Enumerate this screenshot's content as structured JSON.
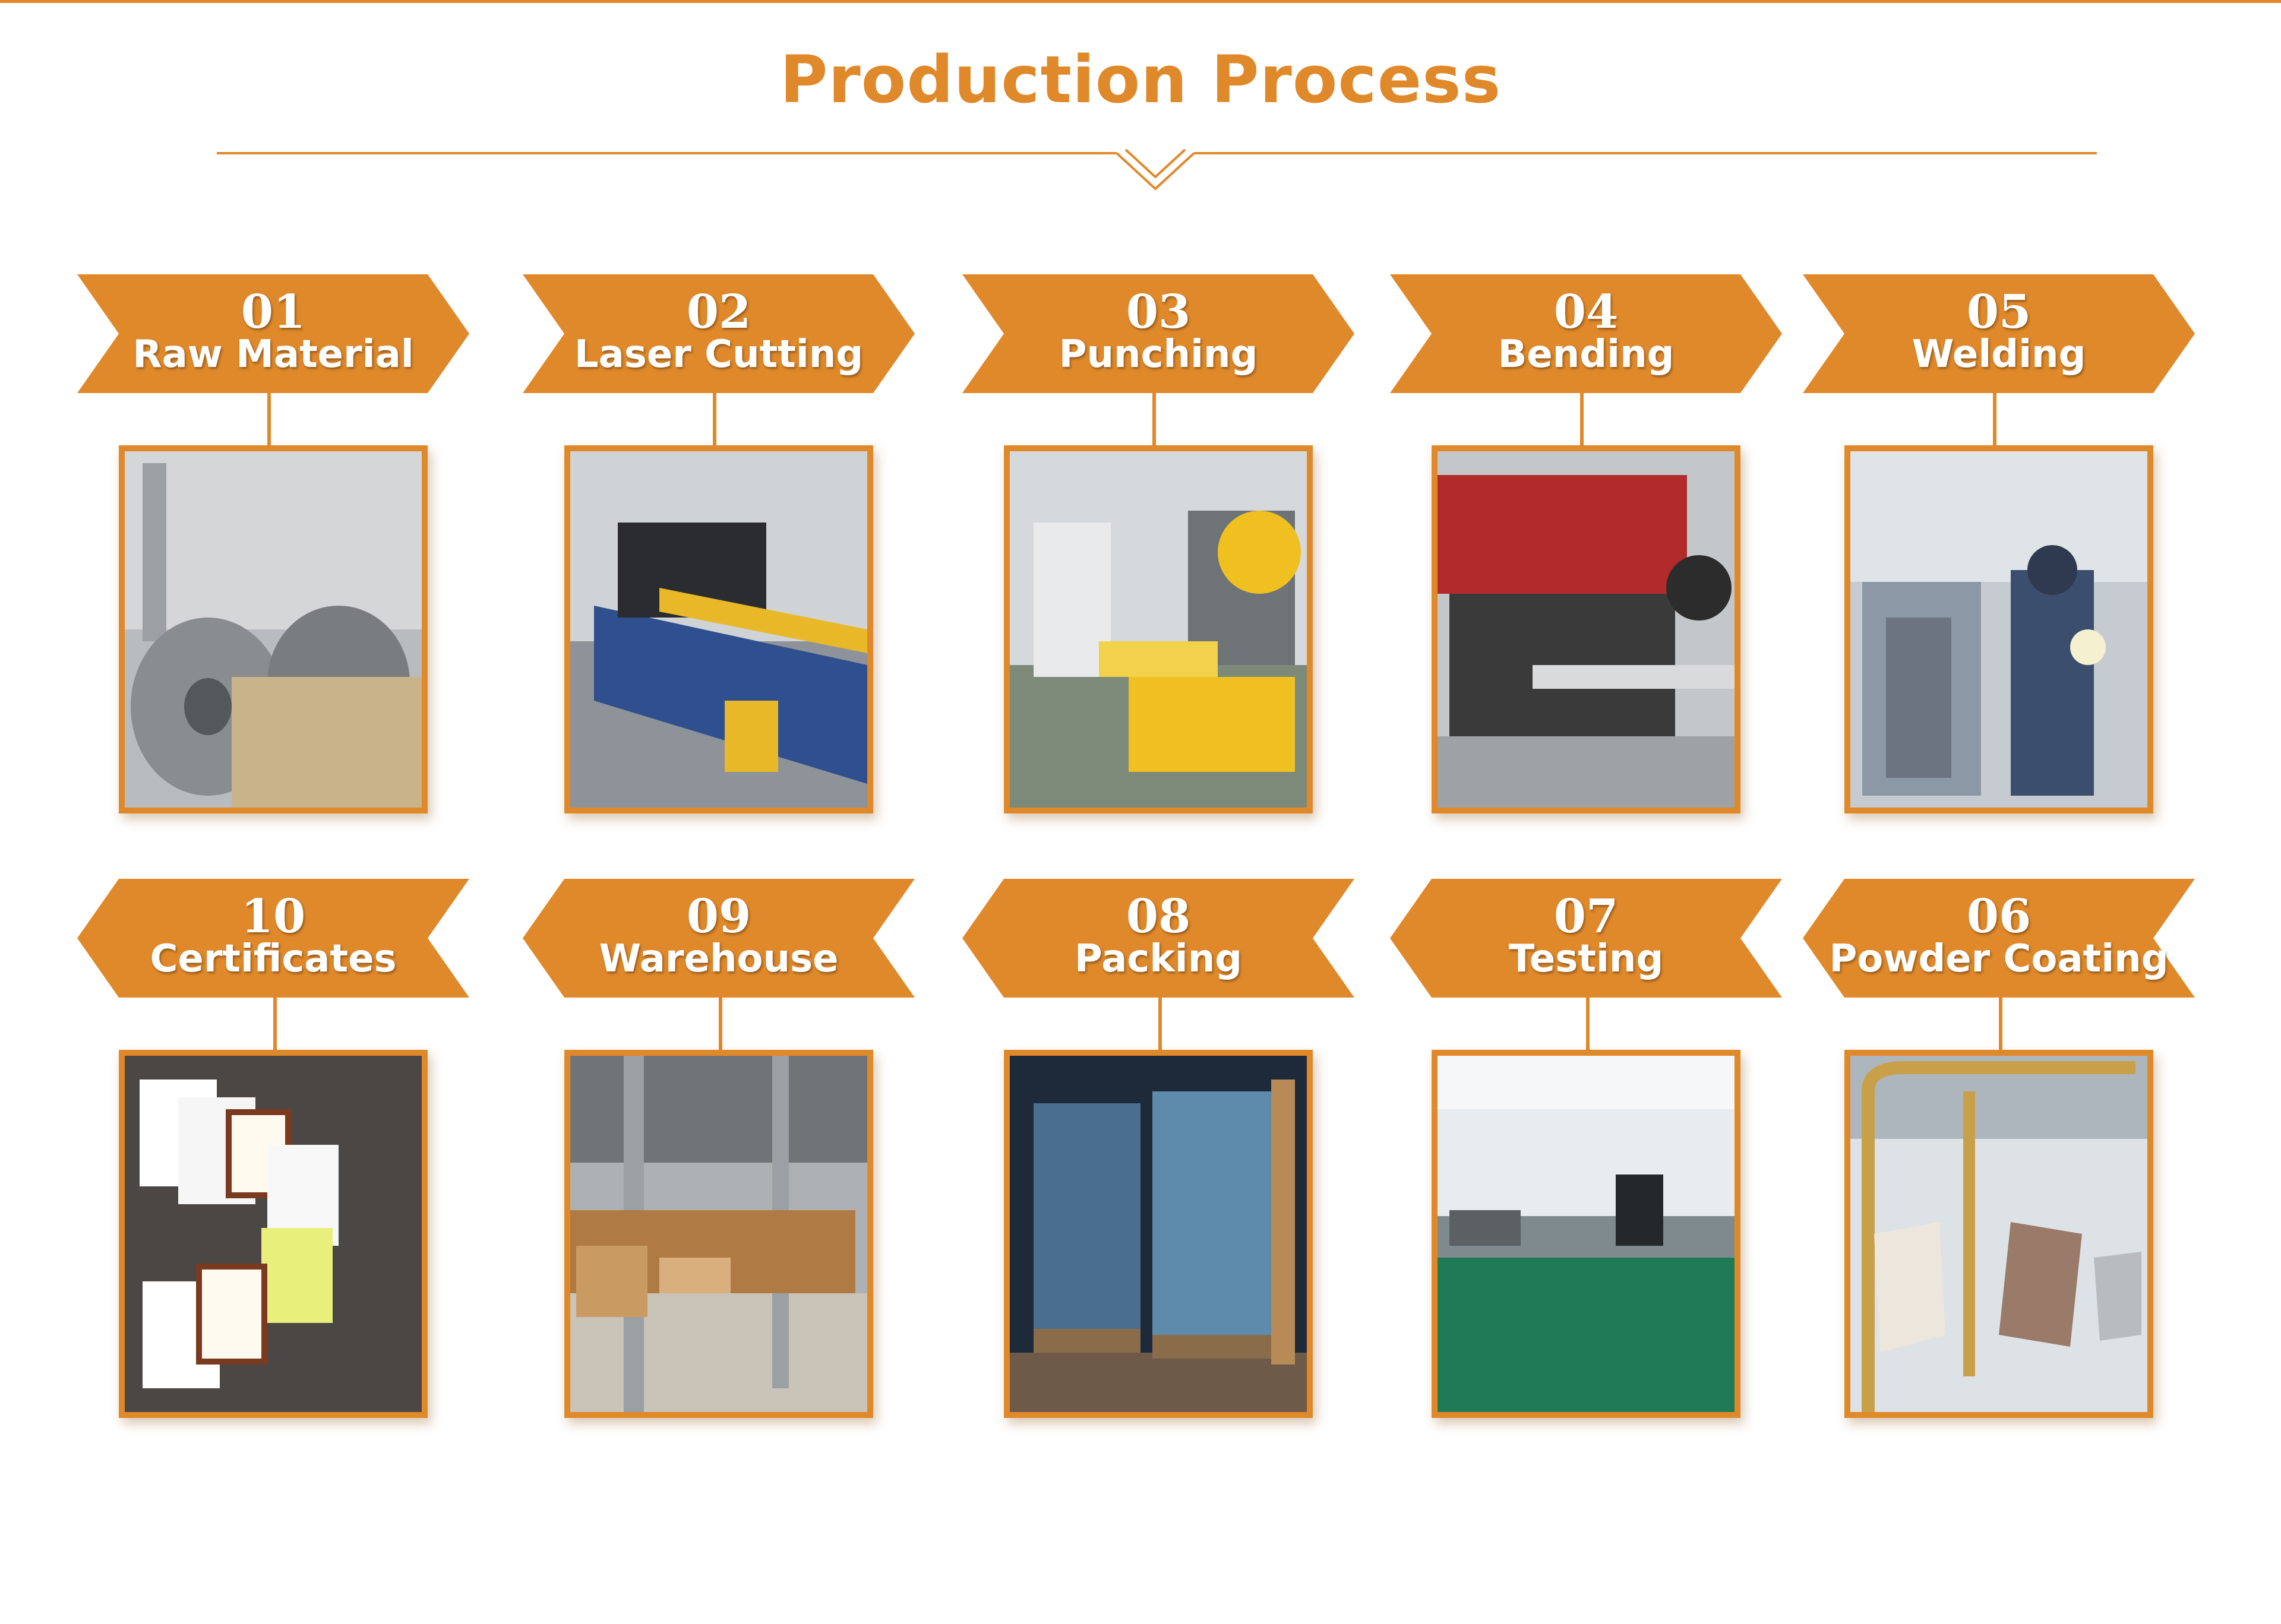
{
  "page": {
    "title": "Production Process",
    "accent_color": "#e0892a"
  },
  "steps": [
    {
      "num": "01",
      "label": "Raw Material",
      "direction": "right",
      "photo_icon": "steel-coil-photo",
      "photo_colors": [
        "#8a8d90",
        "#c9b38a"
      ]
    },
    {
      "num": "02",
      "label": "Laser Cutting",
      "direction": "right",
      "photo_icon": "laser-cutter-photo",
      "photo_colors": [
        "#2f4f8f",
        "#e8b828"
      ]
    },
    {
      "num": "03",
      "label": "Punching",
      "direction": "right",
      "photo_icon": "punch-press-photo",
      "photo_colors": [
        "#7d8a7a",
        "#f0c020"
      ]
    },
    {
      "num": "04",
      "label": "Bending",
      "direction": "right",
      "photo_icon": "press-brake-photo",
      "photo_colors": [
        "#b22a2a",
        "#3a3a3a"
      ]
    },
    {
      "num": "05",
      "label": "Welding",
      "direction": "right",
      "photo_icon": "welding-photo",
      "photo_colors": [
        "#8c98a6",
        "#3c4e6e"
      ]
    },
    {
      "num": "10",
      "label": "Certificates",
      "direction": "left",
      "photo_icon": "certificates-photo",
      "photo_colors": [
        "#4a4744",
        "#ffffff"
      ]
    },
    {
      "num": "09",
      "label": "Warehouse",
      "direction": "left",
      "photo_icon": "warehouse-photo",
      "photo_colors": [
        "#c9c3b8",
        "#b07a45"
      ]
    },
    {
      "num": "08",
      "label": "Packing",
      "direction": "left",
      "photo_icon": "packing-photo",
      "photo_colors": [
        "#1e2a3a",
        "#4a6f8e"
      ]
    },
    {
      "num": "07",
      "label": "Testing",
      "direction": "left",
      "photo_icon": "testing-floor-photo",
      "photo_colors": [
        "#e8ecef",
        "#1f7a55"
      ]
    },
    {
      "num": "06",
      "label": "Powder Coating",
      "direction": "left",
      "photo_icon": "powder-coating-photo",
      "photo_colors": [
        "#c8a04a",
        "#9a7b6a"
      ]
    }
  ]
}
